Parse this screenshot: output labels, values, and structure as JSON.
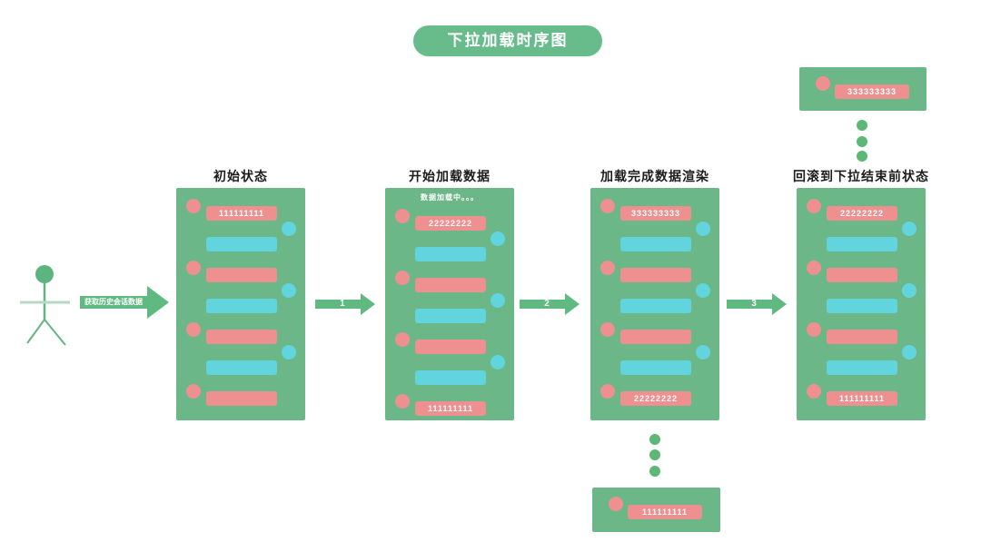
{
  "title": "下拉加载时序图",
  "request_arrow": {
    "label": "获取历史会话数据"
  },
  "step_arrows": [
    "1",
    "2",
    "3"
  ],
  "panels": [
    {
      "title": "初始状态",
      "status": "",
      "messages": [
        {
          "side": "left",
          "color": "pink",
          "text": "111111111"
        },
        {
          "side": "right",
          "color": "cyan",
          "text": ""
        },
        {
          "side": "left",
          "color": "pink",
          "text": ""
        },
        {
          "side": "right",
          "color": "cyan",
          "text": ""
        },
        {
          "side": "left",
          "color": "pink",
          "text": ""
        },
        {
          "side": "right",
          "color": "cyan",
          "text": ""
        },
        {
          "side": "left",
          "color": "pink",
          "text": ""
        }
      ]
    },
    {
      "title": "开始加载数据",
      "status": "数据加载中。。。",
      "messages": [
        {
          "side": "left",
          "color": "pink",
          "text": "22222222"
        },
        {
          "side": "right",
          "color": "cyan",
          "text": ""
        },
        {
          "side": "left",
          "color": "pink",
          "text": ""
        },
        {
          "side": "right",
          "color": "cyan",
          "text": ""
        },
        {
          "side": "left",
          "color": "pink",
          "text": ""
        },
        {
          "side": "right",
          "color": "cyan",
          "text": ""
        },
        {
          "side": "left",
          "color": "pink",
          "text": "111111111"
        }
      ]
    },
    {
      "title": "加载完成数据渲染",
      "status": "",
      "messages": [
        {
          "side": "left",
          "color": "pink",
          "text": "333333333"
        },
        {
          "side": "right",
          "color": "cyan",
          "text": ""
        },
        {
          "side": "left",
          "color": "pink",
          "text": ""
        },
        {
          "side": "right",
          "color": "cyan",
          "text": ""
        },
        {
          "side": "left",
          "color": "pink",
          "text": ""
        },
        {
          "side": "right",
          "color": "cyan",
          "text": ""
        },
        {
          "side": "left",
          "color": "pink",
          "text": "22222222"
        }
      ]
    },
    {
      "title": "回滚到下拉结束前状态",
      "status": "",
      "messages": [
        {
          "side": "left",
          "color": "pink",
          "text": "22222222"
        },
        {
          "side": "right",
          "color": "cyan",
          "text": ""
        },
        {
          "side": "left",
          "color": "pink",
          "text": ""
        },
        {
          "side": "right",
          "color": "cyan",
          "text": ""
        },
        {
          "side": "left",
          "color": "pink",
          "text": ""
        },
        {
          "side": "right",
          "color": "cyan",
          "text": ""
        },
        {
          "side": "left",
          "color": "pink",
          "text": "111111111"
        }
      ]
    }
  ],
  "offscreen_top": {
    "text": "333333333"
  },
  "offscreen_bottom": {
    "text": "111111111"
  },
  "colors": {
    "panel_green": "#6cb787",
    "accent_green": "#5fb981",
    "dot_green": "#5db878",
    "pink": "#ee9090",
    "cyan": "#62d4dd",
    "text_on_green": "#ffffff",
    "title_text": "#1c1c1c"
  }
}
